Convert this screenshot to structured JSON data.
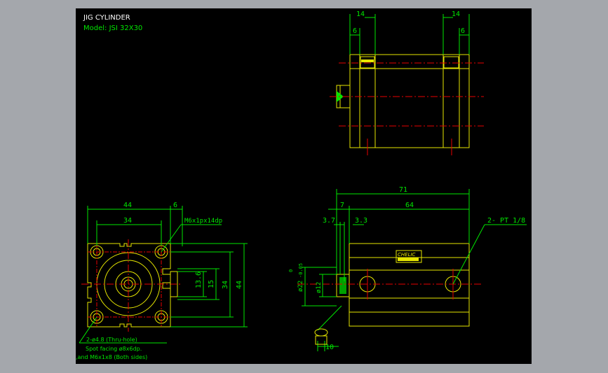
{
  "title": {
    "line1": "JIG CYLINDER",
    "line2": "Model: JSI 32X30"
  },
  "colors": {
    "background": "#000000",
    "frame": "#a4a7ac",
    "outline": "#e6e600",
    "dimension": "#00e600",
    "centerline": "#e60000",
    "text_white": "#ffffff"
  },
  "top_view": {
    "dim_left_outer": "14",
    "dim_left_inner": "6",
    "dim_right_outer": "14",
    "dim_right_inner": "6"
  },
  "front_view": {
    "dim_width": "44",
    "dim_right": "6",
    "dim_inner": "34",
    "label_tap": "M6x1px14dp",
    "dim_v1": "13.6",
    "dim_v2": "15",
    "dim_v3": "34",
    "dim_v4": "44",
    "note1": "2-ø4.8 (Thru-hole)",
    "note2": "Spot facing ø8x6dp.",
    "note3": ",and M6x1x8 (Both sides)"
  },
  "side_view": {
    "dim_total": "71",
    "dim_rod": "7",
    "dim_body": "64",
    "dim_a": "3.7",
    "dim_b": "3.3",
    "port_label": "2- PT 1/8",
    "dim_rod_dia": "ø22",
    "dim_rod_tol": "-0.05",
    "dim_rod_tol0": "0",
    "dim_d12": "ø12",
    "dim_10": "10",
    "brand": "CHELIC"
  }
}
